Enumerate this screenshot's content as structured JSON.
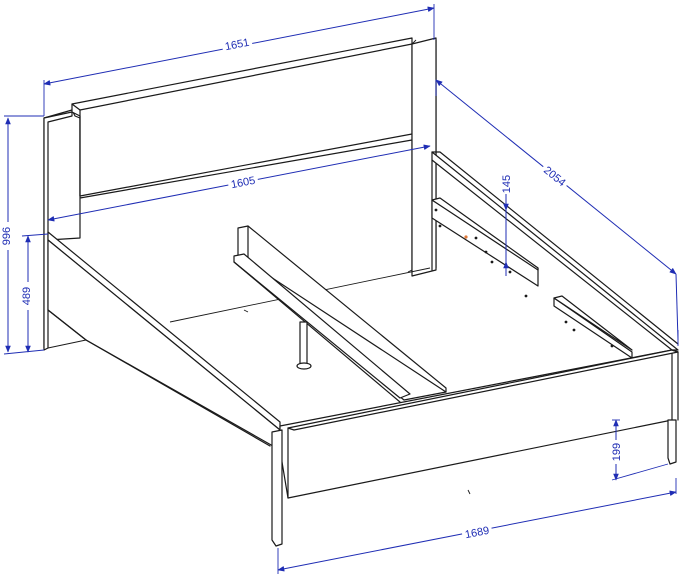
{
  "dimensions": {
    "overall_width": "1651",
    "inner_width": "1605",
    "overall_length": "2054",
    "rail_height": "145",
    "headboard_height": "996",
    "side_height": "489",
    "leg_clearance": "199",
    "footboard_width": "1689"
  },
  "colors": {
    "line": "#1a1a1a",
    "dimension": "#1f2db4",
    "background": "#ffffff"
  }
}
